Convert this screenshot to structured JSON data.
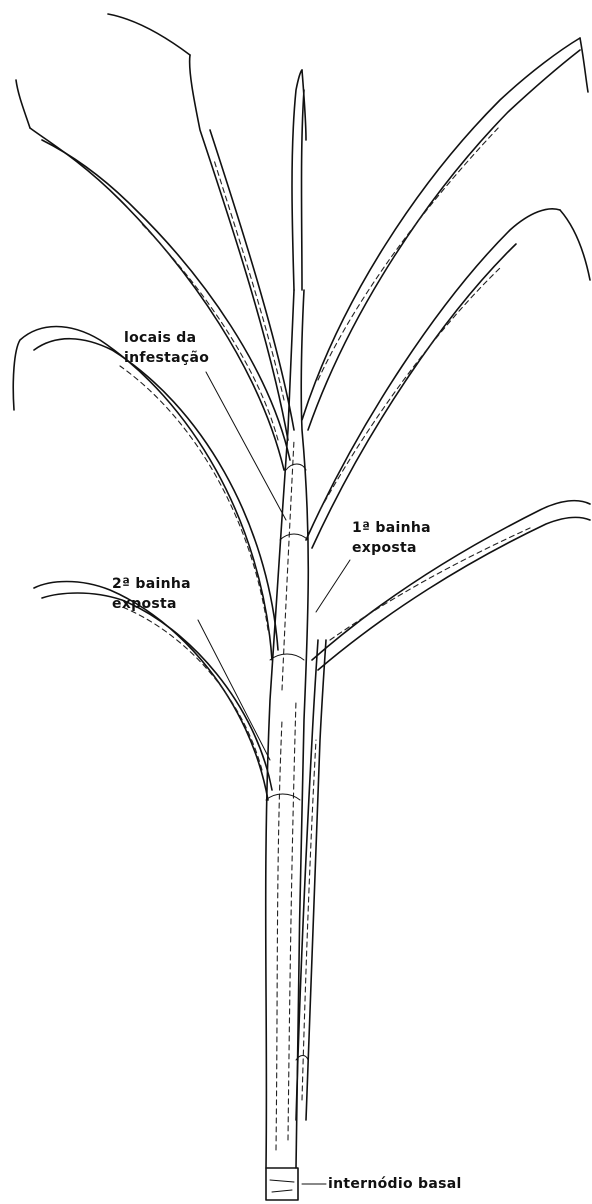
{
  "labels": {
    "infestation_line1": "locais da",
    "infestation_line2": "infestação",
    "first_sheath_line1": "1ª bainha",
    "first_sheath_line2": "exposta",
    "second_sheath_line1": "2ª bainha",
    "second_sheath_line2": "exposta",
    "basal_internode": "internódio basal"
  }
}
